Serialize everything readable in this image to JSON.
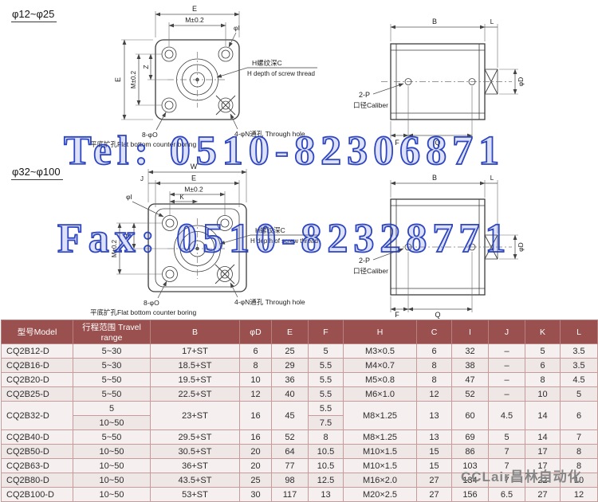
{
  "watermarks": {
    "tel": "Tel: 0510-82306871",
    "fax": "Fax: 0510-82328771",
    "brand": "CCLair昌林自动化"
  },
  "section1": {
    "title": "φ12~φ25",
    "front": {
      "dim_e_top": "E",
      "dim_m_top": "M±0.2",
      "dim_phi_i": "φI",
      "dim_e_left": "E",
      "dim_m_left": "M±0.2",
      "dim_z": "Z",
      "thread_cn": "H螺纹深C",
      "thread_en": "H depth of screw thread",
      "holes": "8-φO",
      "counterbore": "平底扩孔Flat bottom counter boring",
      "through": "4-φN通孔 Through hole"
    },
    "side": {
      "dim_b": "B",
      "dim_l": "L",
      "dim_d": "φD",
      "ports": "2-P",
      "caliber": "口径Caliber",
      "dim_f": "F",
      "dim_q": "Q"
    }
  },
  "section2": {
    "title": "φ32~φ100",
    "front": {
      "dim_w": "W",
      "dim_e_top": "E",
      "dim_j": "J",
      "dim_m_top": "M±0.2",
      "dim_k": "K",
      "dim_phi_i": "φI",
      "dim_m_left": "M±0.2",
      "dim_z": "Z",
      "thread_cn": "H螺纹深C",
      "thread_en": "H depth of screw thread",
      "holes": "8-φO",
      "counterbore": "平底扩孔Flat bottom counter boring",
      "through": "4-φN通孔 Through hole"
    },
    "side": {
      "dim_b": "B",
      "dim_l": "L",
      "dim_d": "φD",
      "ports": "2-P",
      "caliber": "口径Caliber",
      "dim_f": "F",
      "dim_q": "Q"
    }
  },
  "table": {
    "headers": [
      "型号Model",
      "行程范围 Travel range",
      "B",
      "φD",
      "E",
      "F",
      "H",
      "C",
      "I",
      "J",
      "K",
      "L"
    ],
    "rows": [
      {
        "cells": [
          {
            "t": "CQ2B12-D"
          },
          {
            "t": "5~30"
          },
          {
            "t": "17+ST"
          },
          {
            "t": "6"
          },
          {
            "t": "25"
          },
          {
            "t": "5"
          },
          {
            "t": "M3×0.5"
          },
          {
            "t": "6"
          },
          {
            "t": "32"
          },
          {
            "t": "–"
          },
          {
            "t": "5"
          },
          {
            "t": "3.5"
          }
        ]
      },
      {
        "cells": [
          {
            "t": "CQ2B16-D"
          },
          {
            "t": "5~30"
          },
          {
            "t": "18.5+ST"
          },
          {
            "t": "8"
          },
          {
            "t": "29"
          },
          {
            "t": "5.5"
          },
          {
            "t": "M4×0.7"
          },
          {
            "t": "8"
          },
          {
            "t": "38"
          },
          {
            "t": "–"
          },
          {
            "t": "6"
          },
          {
            "t": "3.5"
          }
        ]
      },
      {
        "cells": [
          {
            "t": "CQ2B20-D"
          },
          {
            "t": "5~50"
          },
          {
            "t": "19.5+ST"
          },
          {
            "t": "10"
          },
          {
            "t": "36"
          },
          {
            "t": "5.5"
          },
          {
            "t": "M5×0.8"
          },
          {
            "t": "8"
          },
          {
            "t": "47"
          },
          {
            "t": "–"
          },
          {
            "t": "8"
          },
          {
            "t": "4.5"
          }
        ]
      },
      {
        "cells": [
          {
            "t": "CQ2B25-D"
          },
          {
            "t": "5~50"
          },
          {
            "t": "22.5+ST"
          },
          {
            "t": "12"
          },
          {
            "t": "40"
          },
          {
            "t": "5.5"
          },
          {
            "t": "M6×1.0"
          },
          {
            "t": "12"
          },
          {
            "t": "52"
          },
          {
            "t": "–"
          },
          {
            "t": "10"
          },
          {
            "t": "5"
          }
        ]
      },
      {
        "cells": [
          {
            "t": "CQ2B32-D",
            "rs": 2
          },
          {
            "t": "5"
          },
          {
            "t": "23+ST",
            "rs": 2
          },
          {
            "t": "16",
            "rs": 2
          },
          {
            "t": "45",
            "rs": 2
          },
          {
            "t": "5.5"
          },
          {
            "t": "M8×1.25",
            "rs": 2
          },
          {
            "t": "13",
            "rs": 2
          },
          {
            "t": "60",
            "rs": 2
          },
          {
            "t": "4.5",
            "rs": 2
          },
          {
            "t": "14",
            "rs": 2
          },
          {
            "t": "6",
            "rs": 2
          }
        ]
      },
      {
        "cells": [
          {
            "t": "10~50"
          },
          {
            "t": "7.5"
          }
        ]
      },
      {
        "cells": [
          {
            "t": "CQ2B40-D"
          },
          {
            "t": "5~50"
          },
          {
            "t": "29.5+ST"
          },
          {
            "t": "16"
          },
          {
            "t": "52"
          },
          {
            "t": "8"
          },
          {
            "t": "M8×1.25"
          },
          {
            "t": "13"
          },
          {
            "t": "69"
          },
          {
            "t": "5"
          },
          {
            "t": "14"
          },
          {
            "t": "7"
          }
        ]
      },
      {
        "cells": [
          {
            "t": "CQ2B50-D"
          },
          {
            "t": "10~50"
          },
          {
            "t": "30.5+ST"
          },
          {
            "t": "20"
          },
          {
            "t": "64"
          },
          {
            "t": "10.5"
          },
          {
            "t": "M10×1.5"
          },
          {
            "t": "15"
          },
          {
            "t": "86"
          },
          {
            "t": "7"
          },
          {
            "t": "17"
          },
          {
            "t": "8"
          }
        ]
      },
      {
        "cells": [
          {
            "t": "CQ2B63-D"
          },
          {
            "t": "10~50"
          },
          {
            "t": "36+ST"
          },
          {
            "t": "20"
          },
          {
            "t": "77"
          },
          {
            "t": "10.5"
          },
          {
            "t": "M10×1.5"
          },
          {
            "t": "15"
          },
          {
            "t": "103"
          },
          {
            "t": "7"
          },
          {
            "t": "17"
          },
          {
            "t": "8"
          }
        ]
      },
      {
        "cells": [
          {
            "t": "CQ2B80-D"
          },
          {
            "t": "10~50"
          },
          {
            "t": "43.5+ST"
          },
          {
            "t": "25"
          },
          {
            "t": "98"
          },
          {
            "t": "12.5"
          },
          {
            "t": "M16×2.0"
          },
          {
            "t": "27"
          },
          {
            "t": "134"
          },
          {
            "t": "7"
          },
          {
            "t": "22"
          },
          {
            "t": "10"
          }
        ]
      },
      {
        "cells": [
          {
            "t": "CQ2B100-D"
          },
          {
            "t": "10~50"
          },
          {
            "t": "53+ST"
          },
          {
            "t": "30"
          },
          {
            "t": "117"
          },
          {
            "t": "13"
          },
          {
            "t": "M20×2.5"
          },
          {
            "t": "27"
          },
          {
            "t": "156"
          },
          {
            "t": "6.5"
          },
          {
            "t": "27"
          },
          {
            "t": "12"
          }
        ]
      }
    ]
  }
}
